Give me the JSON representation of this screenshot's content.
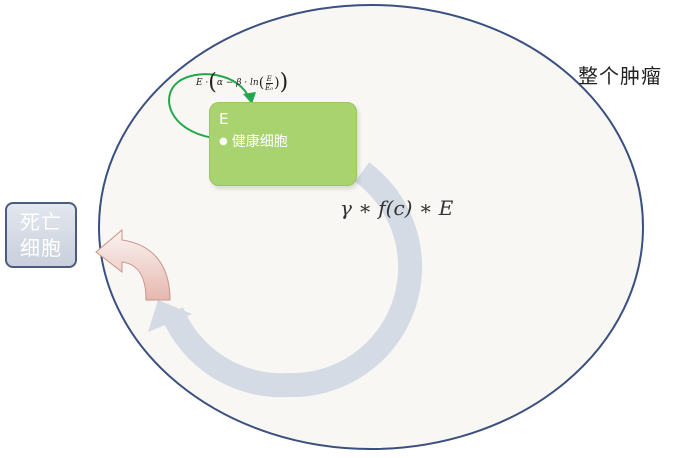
{
  "tumor": {
    "label": "整个肿瘤"
  },
  "dead_cell": {
    "line1": "死亡",
    "line2": "细胞"
  },
  "healthy": {
    "title": "E",
    "item": "健康细胞"
  },
  "formulas": {
    "main": "γ ∗ f(c) ∗ E",
    "growth": {
      "prefix": "E · ",
      "inner": "α − β · ln",
      "frac_num": "E",
      "frac_den": "E₀"
    }
  },
  "colors": {
    "ellipse_fill": "#f8f7f3",
    "ellipse_stroke": "#3a5080",
    "box_fill": "#a8d36e",
    "loop_stroke": "#22a84a",
    "cycle_arrow": "#d5dbe5",
    "death_arrow": "#e9c4bc"
  }
}
